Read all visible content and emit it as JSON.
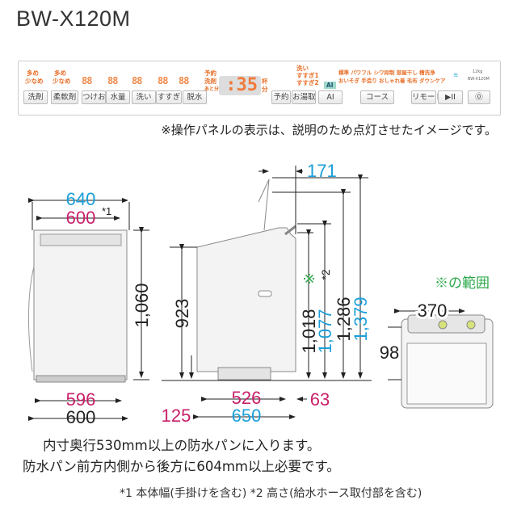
{
  "title": "BW-X120M",
  "panel": {
    "labels_more": "多め",
    "labels_less": "少なめ",
    "buttons": [
      "洗剤",
      "柔軟剤",
      "つけおき",
      "水量",
      "洗い",
      "すすぎ",
      "脱水",
      "予約",
      "お湯取",
      "AI",
      "コース",
      "リモート",
      "▶II",
      "⓪"
    ],
    "display_big": ":35",
    "display_small": "88",
    "ind_yoyaku": "予約",
    "ind_senzai": "洗剤",
    "ind_atofun": "あと分",
    "ind_wash": "洗い",
    "ind_rinse1": "すすぎ1",
    "ind_rinse2": "すすぎ2",
    "ind_hai": "杯",
    "ind_fun": "分",
    "ind_ai": "AI",
    "courses_row1": "標準 パワフル シワ抑制 部屋干し 槽洗浄",
    "courses_row2": "おいそぎ 手造り おしゃれ着 毛布 ダウンケア",
    "capacity": "12kg",
    "model": "BW-X120M",
    "wifi_icon": "wifi-icon",
    "accent": "#e8702a"
  },
  "note": "※操作パネルの表示は、説明のため点灯させたイメージです。",
  "dims": {
    "front_width": "640",
    "front_width2": "600",
    "star1": "*1",
    "front_height": "1,060",
    "front_bottom1": "596",
    "front_bottom2": "600",
    "side_height": "923",
    "side_125": "125",
    "side_526": "526",
    "side_650": "650",
    "side_63": "63",
    "side_171": "171",
    "h1018": "1,018",
    "h1077": "1,077",
    "h1286": "1,286",
    "h1379": "1,379",
    "kome": "※",
    "star2": "*2",
    "top_range": "※の範囲",
    "top_370": "370",
    "top_98": "98"
  },
  "colors": {
    "blue": "#1a9fd9",
    "magenta": "#c8206a",
    "green": "#2aa84a"
  },
  "text1": "内寸奥行530mm以上の防水パンに入ります。",
  "text2": "防水パン前方内側から後方に604mm以上必要です。",
  "footnote": "*1 本体幅(手掛けを含む) *2 高さ(給水ホース取付部を含む)"
}
